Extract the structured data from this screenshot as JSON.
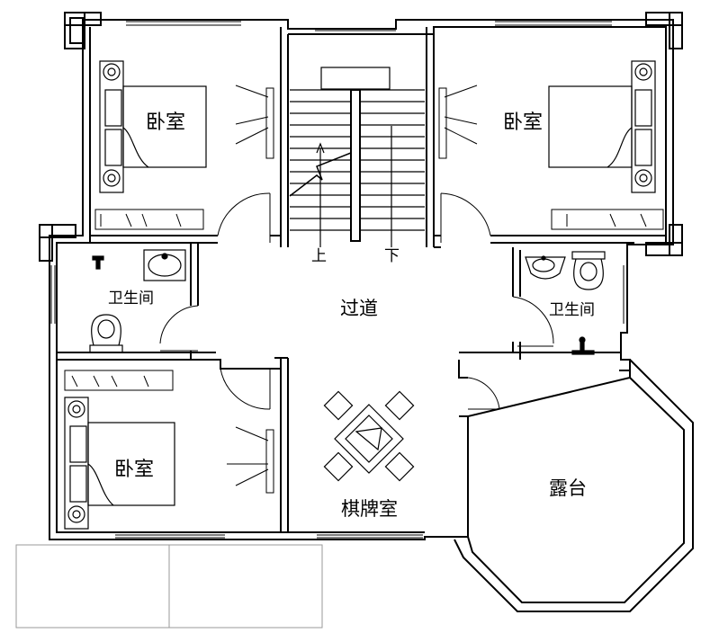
{
  "labels": {
    "bedroom_top_left": "卧室",
    "bedroom_top_right": "卧室",
    "bedroom_bottom_left": "卧室",
    "bathroom_left": "卫生间",
    "bathroom_right": "卫生间",
    "corridor": "过道",
    "chess_room": "棋牌室",
    "terrace": "露台",
    "stair_up": "上",
    "stair_down": "下"
  },
  "colors": {
    "line": "#000000",
    "background": "#ffffff",
    "light_line": "#9a9a9a"
  }
}
